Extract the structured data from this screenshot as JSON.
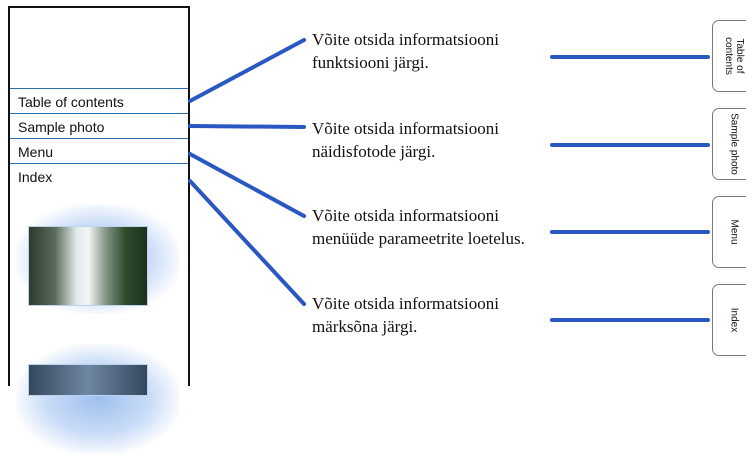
{
  "menu": {
    "items": [
      {
        "label": "Table of contents"
      },
      {
        "label": "Sample photo"
      },
      {
        "label": "Menu"
      },
      {
        "label": "Index"
      }
    ]
  },
  "descriptions": [
    {
      "line1": "Võite otsida informatsiooni",
      "line2": "funktsiooni järgi."
    },
    {
      "line1": "Võite otsida informatsiooni",
      "line2": "näidisfotode järgi."
    },
    {
      "line1": "Võite otsida informatsiooni",
      "line2": "menüüde parameetrite loetelus."
    },
    {
      "line1": "Võite otsida informatsiooni",
      "line2": "märksõna järgi."
    }
  ],
  "tabs": [
    {
      "label": "Table of contents"
    },
    {
      "label": "Sample photo"
    },
    {
      "label": "Menu"
    },
    {
      "label": "Index"
    }
  ],
  "colors": {
    "connector": "#2a57c2",
    "menu_rule": "#2a6fb2",
    "tab_border": "#7a7a7a"
  }
}
